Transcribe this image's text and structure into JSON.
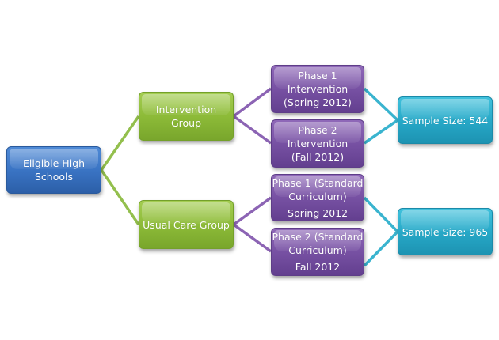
{
  "diagram": {
    "type": "tree-flowchart",
    "colors": {
      "root": "#3a74c4",
      "group": "#8dbb38",
      "phase": "#7751a3",
      "sample": "#27a9c8",
      "connector_green": "#93bf4d",
      "connector_purple": "#8c64b4",
      "connector_teal": "#3ab4cf"
    },
    "root": {
      "label_lines": [
        "Eligible High",
        "Schools"
      ]
    },
    "groups": [
      {
        "label_lines": [
          "Intervention",
          "Group"
        ],
        "phases": [
          {
            "label_lines": [
              "Phase 1",
              "Intervention",
              "(Spring 2012)"
            ]
          },
          {
            "label_lines": [
              "Phase 2",
              "Intervention",
              "(Fall 2012)"
            ]
          }
        ],
        "sample": {
          "label": "Sample Size: 544"
        }
      },
      {
        "label_lines": [
          "Usual Care Group"
        ],
        "phases": [
          {
            "label_lines": [
              "Phase 1 (Standard",
              "Curriculum)"
            ],
            "sub_label": "Spring 2012"
          },
          {
            "label_lines": [
              "Phase 2 (Standard",
              "Curriculum)"
            ],
            "sub_label": "Fall 2012"
          }
        ],
        "sample": {
          "label": "Sample Size: 965"
        }
      }
    ]
  }
}
